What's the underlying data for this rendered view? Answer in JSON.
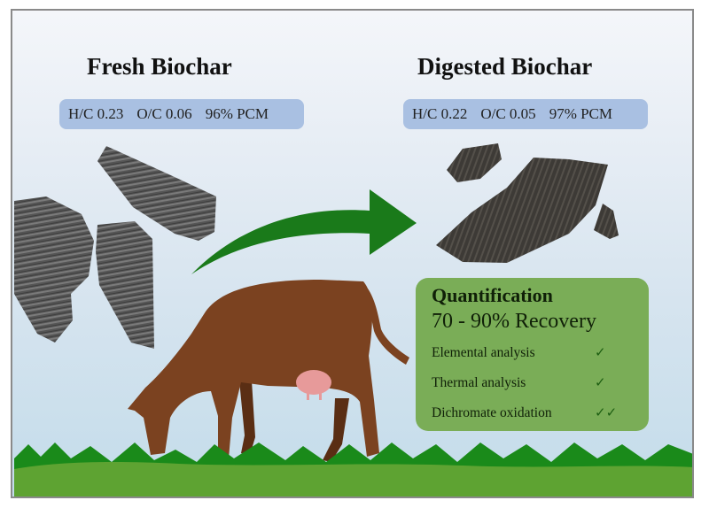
{
  "fresh": {
    "title": "Fresh Biochar",
    "metrics": {
      "hc": "H/C 0.23",
      "oc": "O/C 0.06",
      "pcm": "96% PCM"
    }
  },
  "digested": {
    "title": "Digested Biochar",
    "metrics": {
      "hc": "H/C 0.22",
      "oc": "O/C 0.05",
      "pcm": "97% PCM"
    }
  },
  "arrow": {
    "icon": "curved-arrow-right-icon",
    "color": "#1a7a1a"
  },
  "cow": {
    "icon": "grazing-cow-icon",
    "body_color": "#7b4220",
    "udder_color": "#e79a9a"
  },
  "quantification": {
    "title": "Quantification",
    "recovery": "70 - 90% Recovery",
    "methods": [
      {
        "label": "Elemental analysis",
        "check": "✓"
      },
      {
        "label": "Thermal analysis",
        "check": "✓"
      },
      {
        "label": "Dichromate oxidation",
        "check": "✓✓"
      }
    ],
    "bg_color": "#7aad57"
  },
  "colors": {
    "badge": "#a9c0e2",
    "grass_light": "#5ea332",
    "grass_dark": "#1a8a1a",
    "sky": "#c3dcea"
  }
}
